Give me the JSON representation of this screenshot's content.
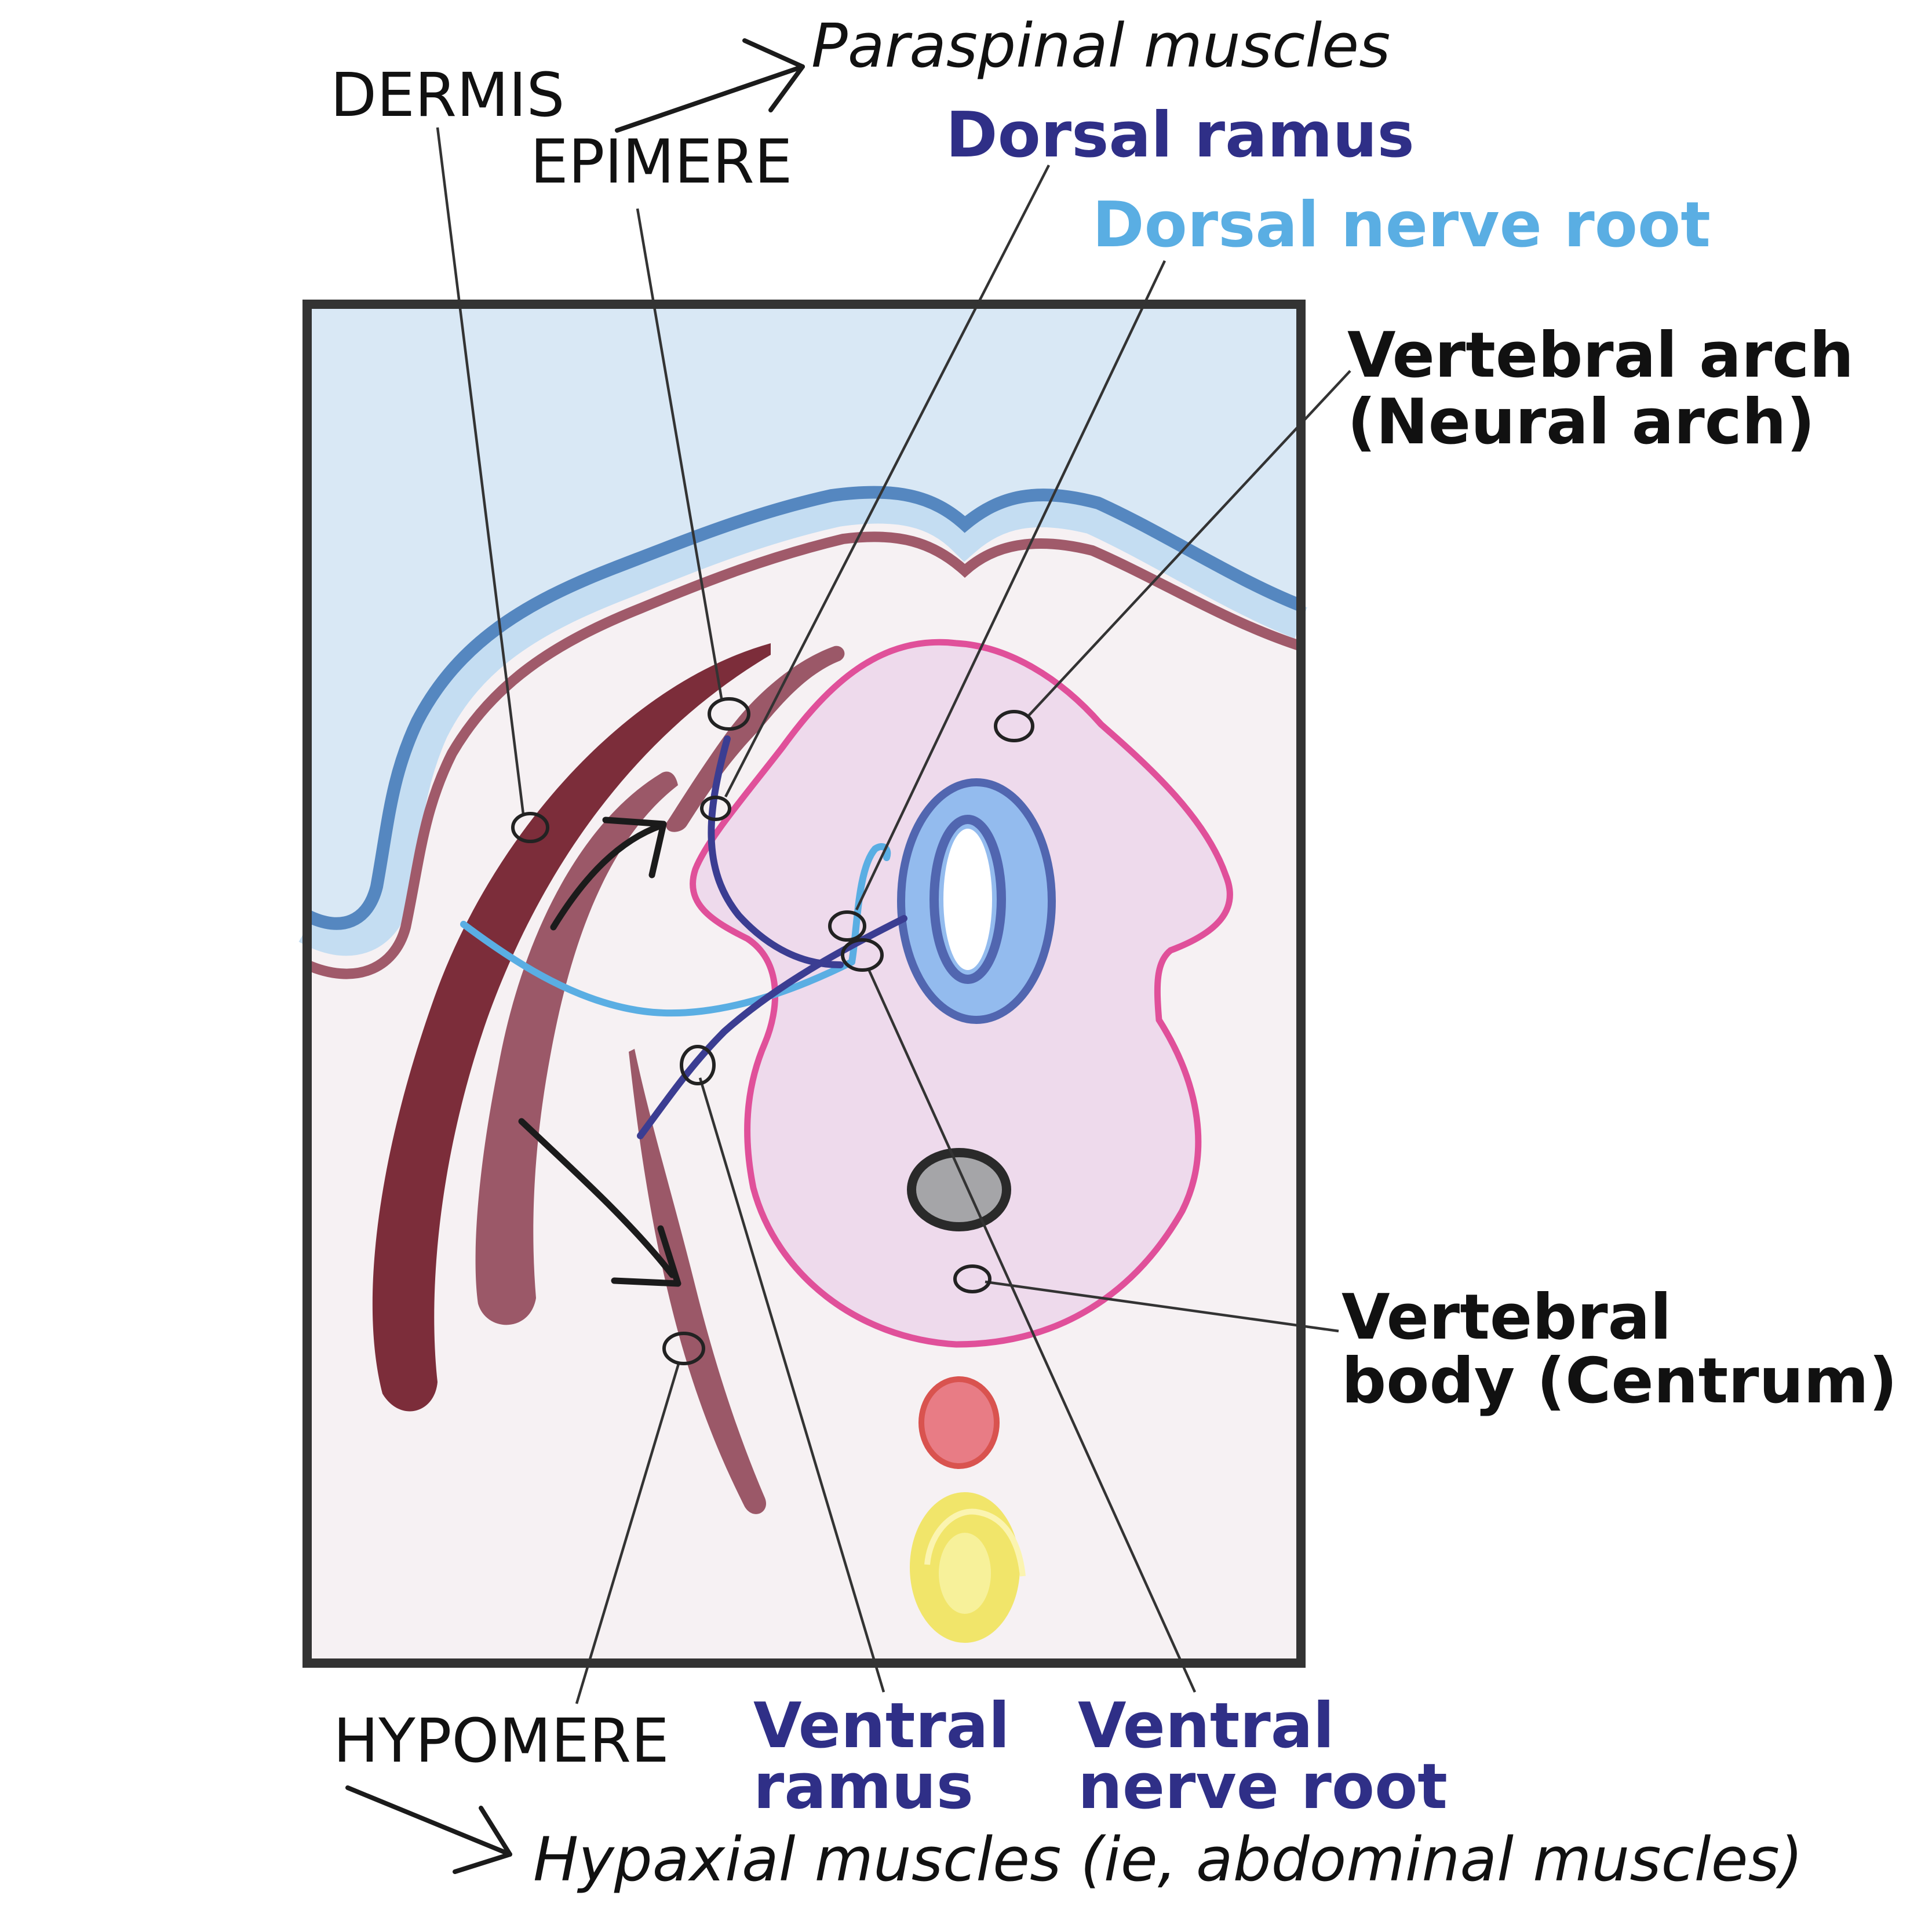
{
  "labels": {
    "dermis": "DERMIS",
    "epimere": "EPIMERE",
    "paraspinal": "Paraspinal muscles",
    "dorsal_ramus": "Dorsal ramus",
    "dorsal_nerve_root": "Dorsal nerve root",
    "vertebral_arch_1": "Vertebral arch",
    "vertebral_arch_2": "(Neural arch)",
    "vertebral_body_1": "Vertebral",
    "vertebral_body_2": "body (Centrum)",
    "hypomere": "HYPOMERE",
    "ventral_ramus_1": "Ventral",
    "ventral_ramus_2": "ramus",
    "ventral_nerve_root_1": "Ventral",
    "ventral_nerve_root_2": "nerve root",
    "hypaxial": "Hypaxial muscles (ie, abdominal muscles)"
  },
  "colors": {
    "frame": "#333333",
    "background_tissue": "#f6f1f3",
    "amniotic_fill": "#d9e8f5",
    "ectoderm_outer": "#5587c0",
    "ectoderm_inner": "#c4ddf2",
    "dermis_line": "#a05a6a",
    "dermis_muscle": "#7c2d3a",
    "muscle_mid": "#9b5868",
    "vertebra_outline": "#e0509a",
    "vertebra_fill": "#eedaec",
    "neural_tube_outer": "#5166b0",
    "neural_tube_fill": "#93bbee",
    "notochord": "#a5a5a8",
    "aorta_fill": "#e87c85",
    "aorta_edge": "#d9534f",
    "gut_outer": "#f1e56a",
    "gut_inner": "#f7f19a",
    "dorsal_ramus": "#3b3d92",
    "dorsal_nerve_root": "#5aaee3",
    "label_dark_blue": "#2f2f87",
    "label_light_blue": "#5aaee3"
  }
}
